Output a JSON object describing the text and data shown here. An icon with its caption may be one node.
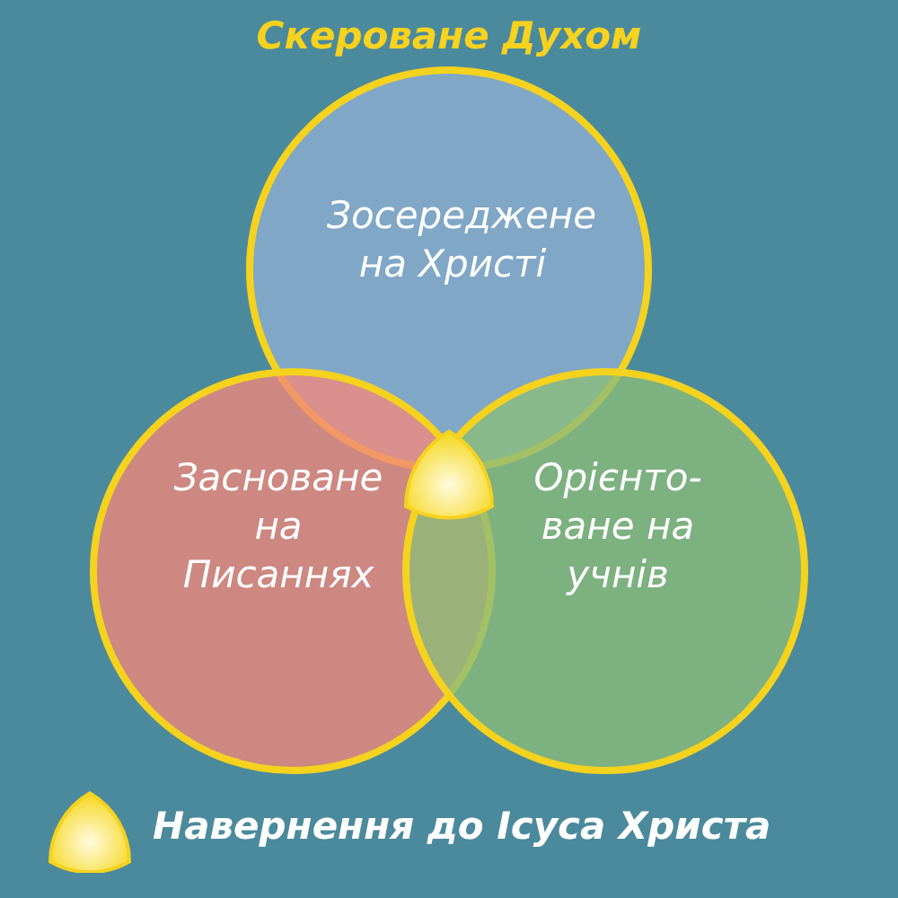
{
  "diagram": {
    "title": "Скероване Духом",
    "nodes": [
      {
        "text": [
          "Зосереджене на Христі"
        ]
      },
      {
        "text": [
          "Засноване на Писаннях"
        ]
      },
      {
        "text": [
          "Орієнто- ване на учнів"
        ]
      },
      {
        "text": [],
        "shape": "triangle"
      }
    ],
    "legend": [
      {
        "text": "Навернення до Ісуса Христа"
      }
    ]
  }
}
